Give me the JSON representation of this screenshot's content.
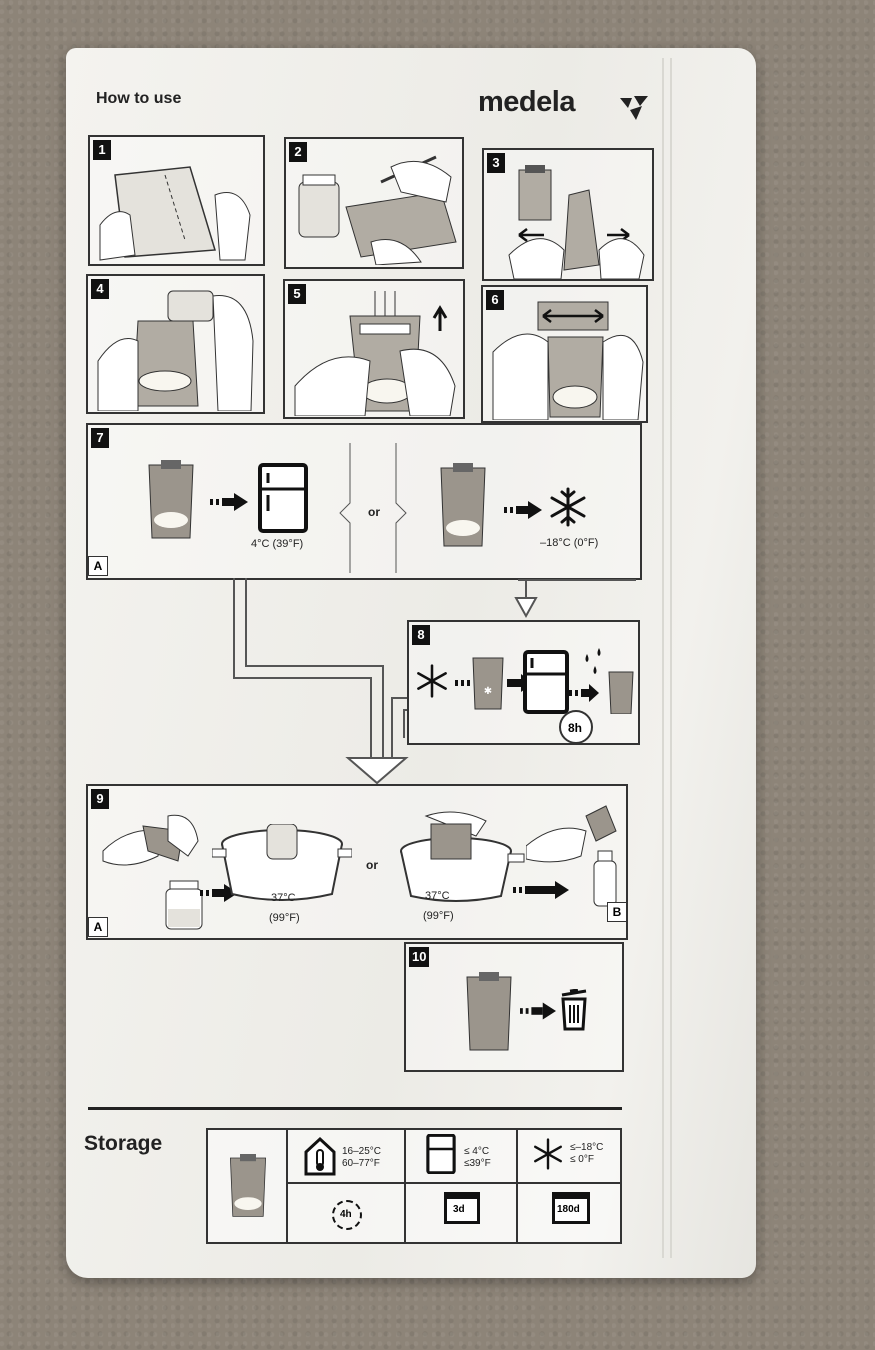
{
  "header": {
    "title": "How to use",
    "brand": "medela"
  },
  "steps": {
    "s1": "1",
    "s2": "2",
    "s3": "3",
    "s4": "4",
    "s5": "5",
    "s6": "6",
    "s7": "7",
    "s8": "8",
    "s9": "9",
    "s10": "10"
  },
  "step7": {
    "fridge_temp": "4°C (39°F)",
    "freezer_temp": "–18°C (0°F)",
    "or": "or",
    "a": "A"
  },
  "step8": {
    "hours": "8h"
  },
  "step9": {
    "temp_a": "37°C",
    "temp_a_f": "(99°F)",
    "temp_b": "37°C",
    "temp_b_f": "(99°F)",
    "or": "or",
    "a": "A",
    "b": "B"
  },
  "storage": {
    "title": "Storage",
    "room_temp_c": "16–25°C",
    "room_temp_f": "60–77°F",
    "fridge_c": "≤ 4°C",
    "fridge_f": "≤39°F",
    "freezer_c": "≤–18°C",
    "freezer_f": "≤ 0°F",
    "room_time": "4h",
    "fridge_time": "3d",
    "freezer_time": "180d"
  },
  "colors": {
    "ink": "#222222",
    "pouch": "#9b958c",
    "bag": "#f2f1ed"
  }
}
